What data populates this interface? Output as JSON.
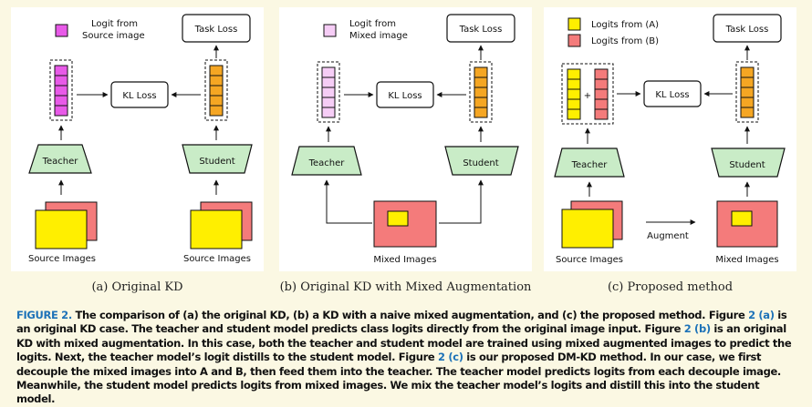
{
  "colors": {
    "magenta": "#e85ae8",
    "light_magenta": "#f6cdf6",
    "orange": "#f5a623",
    "yellow": "#ffef00",
    "pink": "#f47b7b",
    "teacher_green": "#c9ecc7",
    "caption_blue": "#1d72b8"
  },
  "panels": [
    {
      "legend": [
        "Logit from",
        "Source image"
      ],
      "task_loss": "Task Loss",
      "kl_loss": "KL Loss",
      "teacher": "Teacher",
      "student": "Student",
      "left_label": "Source Images",
      "right_label": "Source Images",
      "subcaption": "(a) Original KD"
    },
    {
      "legend": [
        "Logit from",
        "Mixed image"
      ],
      "task_loss": "Task Loss",
      "kl_loss": "KL Loss",
      "teacher": "Teacher",
      "student": "Student",
      "center_label": "Mixed Images",
      "subcaption": "(b) Original KD with Mixed Augmentation"
    },
    {
      "legend_a": "Logits from (A)",
      "legend_b": "Logits from (B)",
      "task_loss": "Task Loss",
      "kl_loss": "KL Loss",
      "teacher": "Teacher",
      "student": "Student",
      "plus": "+",
      "augment": "Augment",
      "left_label": "Source Images",
      "right_label": "Mixed Images",
      "subcaption": "(c) Proposed method"
    }
  ],
  "caption": {
    "label": "FIGURE 2.",
    "p1": " The comparison of (a) the original KD, (b) a KD with a naive mixed augmentation, and (c) the proposed method. Figure ",
    "r1": "2 (a)",
    "p2": " is an original KD case. The teacher and student model predicts class logits directly from the original image input. Figure ",
    "r2": "2 (b)",
    "p3": " is an original KD with mixed augmentation. In this case, both the teacher and student model are trained using mixed augmented images to predict the logits. Next, the teacher model’s logit distills to the student model. Figure ",
    "r3": "2 (c)",
    "p4": " is our proposed DM-KD method. In our case, we first decouple the mixed images into A and B, then feed them into the teacher. The teacher model predicts logits from each decouple image. Meanwhile, the student model predicts logits from mixed images. We mix the teacher model’s logits and distill this into the student model."
  }
}
